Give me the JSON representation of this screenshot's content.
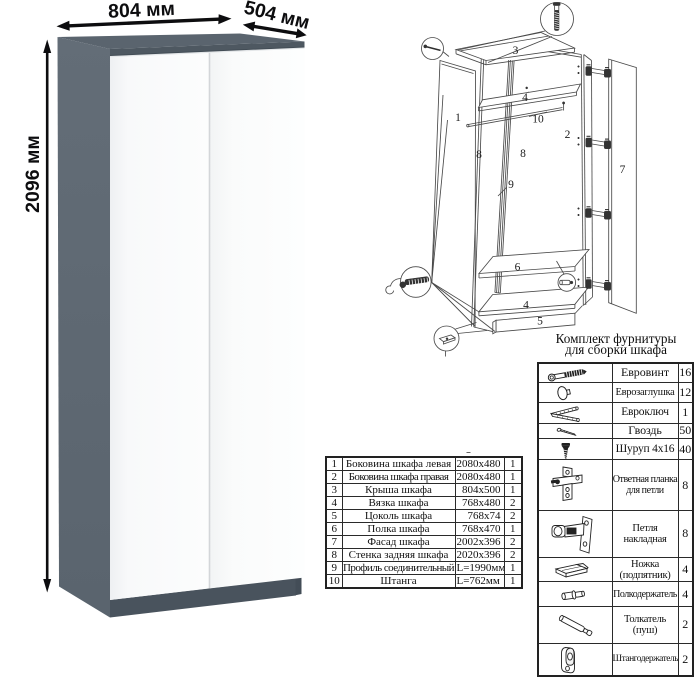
{
  "product": {
    "width_label": "804 мм",
    "depth_label": "504 мм",
    "height_label": "2096 мм"
  },
  "diagram": {
    "labels": [
      "3",
      "4",
      "1",
      "10",
      "2",
      "8",
      "8",
      "9",
      "6",
      "4",
      "5",
      "7"
    ]
  },
  "hardware": {
    "title_line1": "Комплект фурнитуры",
    "title_line2": "для сборки шкафа",
    "rows": [
      {
        "icon": "euro-screw-icon",
        "name": "Евровинт",
        "qty": "16"
      },
      {
        "icon": "euro-cap-icon",
        "name": "Еврозаглушка",
        "qty": "12"
      },
      {
        "icon": "hex-key-icon",
        "name": "Евроключ",
        "qty": "1"
      },
      {
        "icon": "nail-icon",
        "name": "Гвоздь",
        "qty": "50"
      },
      {
        "icon": "wood-screw-icon",
        "name": "Шуруп 4х16",
        "qty": "40"
      },
      {
        "icon": "hinge-plate-icon",
        "name": "Ответная планка для петли",
        "qty": "8"
      },
      {
        "icon": "overlay-hinge-icon",
        "name": "Петля накладная",
        "qty": "8"
      },
      {
        "icon": "foot-glide-icon",
        "name": "Ножка (подпятник)",
        "qty": "4"
      },
      {
        "icon": "shelf-pin-icon",
        "name": "Полкодержатель",
        "qty": "4"
      },
      {
        "icon": "push-opener-icon",
        "name": "Толкатель (пуш)",
        "qty": "2"
      },
      {
        "icon": "rod-holder-icon",
        "name": "Штангодержатель",
        "qty": "2"
      }
    ]
  },
  "parts": {
    "rows": [
      {
        "num": "1",
        "name": "Боковина шкафа левая",
        "size": "2080х480",
        "qty": "1"
      },
      {
        "num": "2",
        "name": "Боковина шкафа правая",
        "size": "2080х480",
        "qty": "1"
      },
      {
        "num": "3",
        "name": "Крыша шкафа",
        "size": "804х500",
        "qty": "1"
      },
      {
        "num": "4",
        "name": "Вязка шкафа",
        "size": "768х480",
        "qty": "2"
      },
      {
        "num": "5",
        "name": "Цоколь шкафа",
        "size": "768х74",
        "qty": "2"
      },
      {
        "num": "6",
        "name": "Полка шкафа",
        "size": "768х470",
        "qty": "1"
      },
      {
        "num": "7",
        "name": "Фасад шкафа",
        "size": "2002х396",
        "qty": "2"
      },
      {
        "num": "8",
        "name": "Стенка задняя шкафа",
        "size": "2020х396",
        "qty": "2"
      },
      {
        "num": "9",
        "name": "Профиль соединительный",
        "size": "L=1990мм",
        "qty": "1"
      },
      {
        "num": "10",
        "name": "Штанга",
        "size": "L=762мм",
        "qty": "1"
      }
    ]
  }
}
